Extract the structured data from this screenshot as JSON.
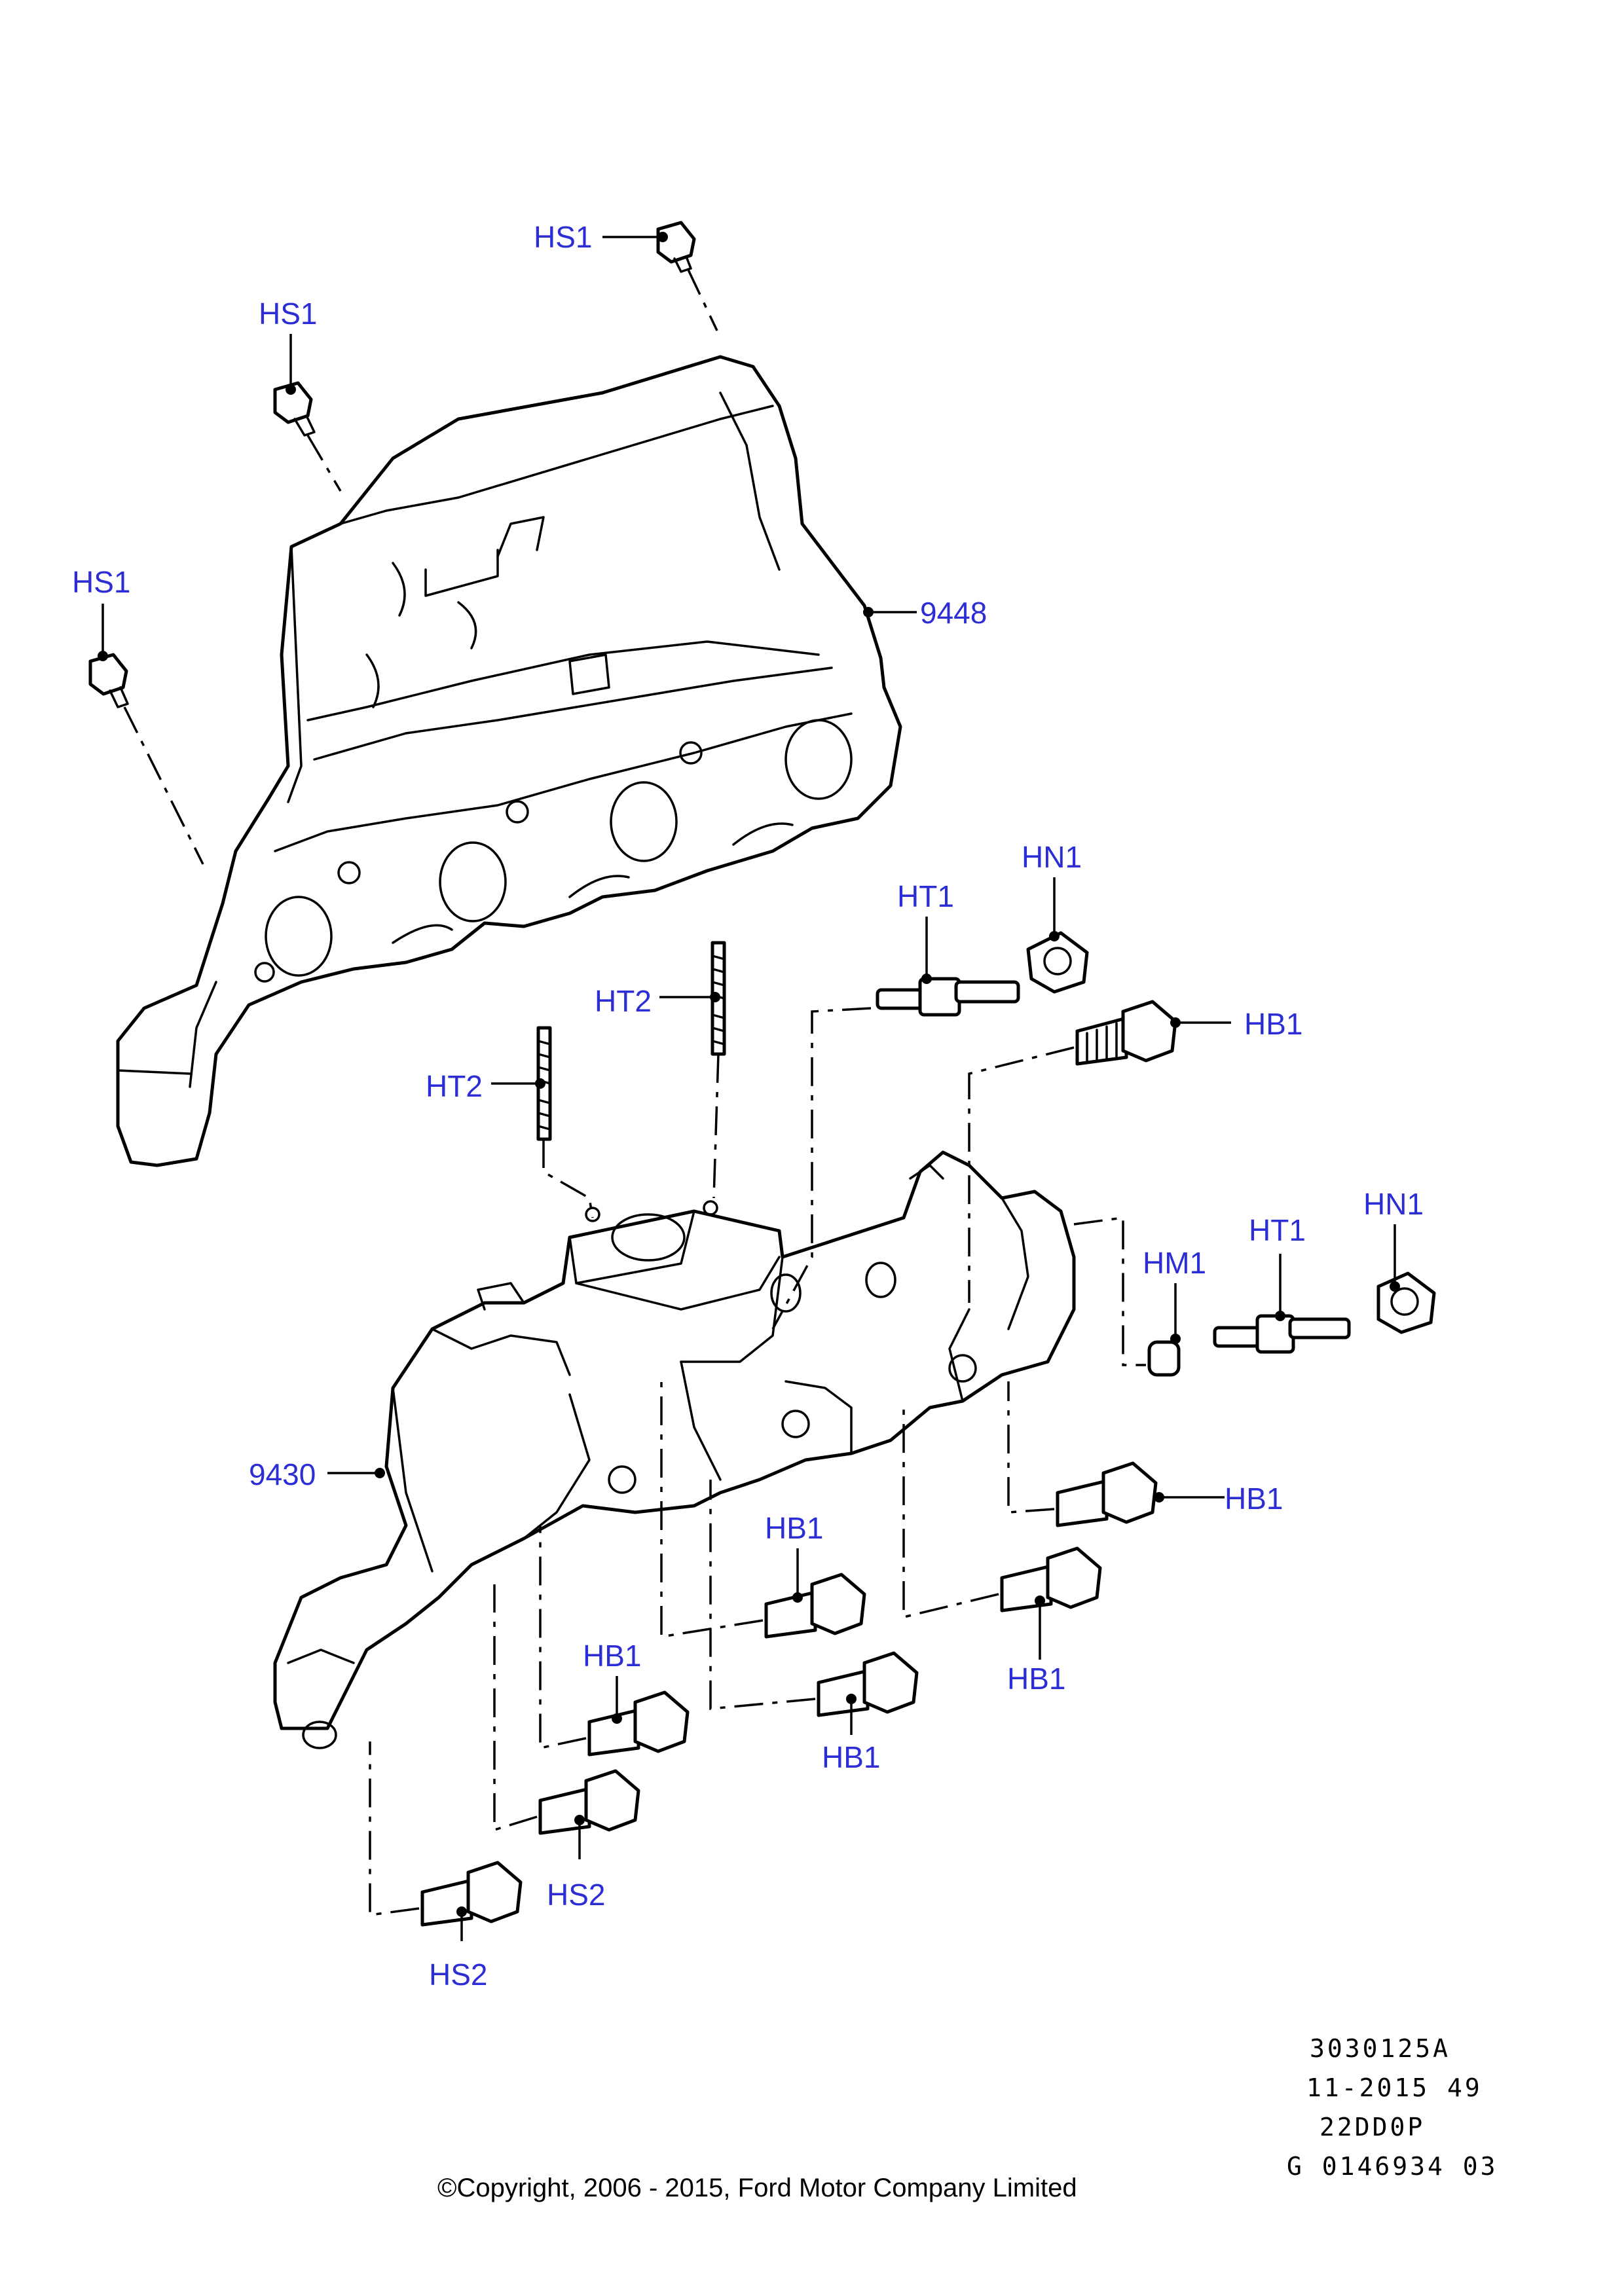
{
  "callouts": {
    "hs1_a": "HS1",
    "hs1_b": "HS1",
    "hs1_c": "HS1",
    "p9448": "9448",
    "hn1_a": "HN1",
    "ht1_a": "HT1",
    "ht2_a": "HT2",
    "ht2_b": "HT2",
    "hb1_a": "HB1",
    "hn1_b": "HN1",
    "ht1_b": "HT1",
    "hm1": "HM1",
    "p9430": "9430",
    "hb1_b": "HB1",
    "hb1_c": "HB1",
    "hb1_d": "HB1",
    "hb1_e": "HB1",
    "hb1_f": "HB1",
    "hs2_a": "HS2",
    "hs2_b": "HS2"
  },
  "reference": {
    "line1": "3030125A",
    "line2": "11-2015 49",
    "line3": "22DD0P",
    "line4": "G 0146934 03"
  },
  "copyright": "©Copyright, 2006 - 2015, Ford Motor Company Limited"
}
